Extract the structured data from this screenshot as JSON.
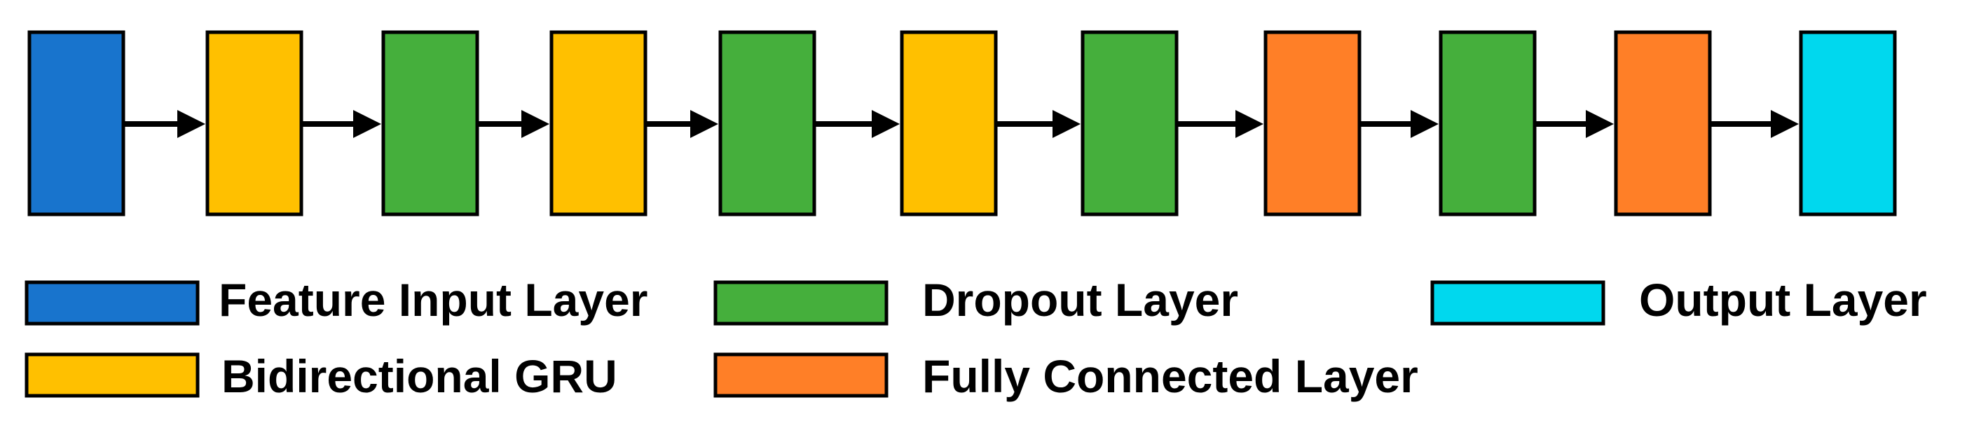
{
  "colors": {
    "feature_input": "#1874CD",
    "bidirectional_gru": "#FFC000",
    "dropout": "#45AF3C",
    "fully_connected": "#FF7F27",
    "output": "#00D8EE",
    "stroke": "#000000"
  },
  "pipeline": {
    "layers": [
      {
        "type": "feature_input"
      },
      {
        "type": "bidirectional_gru"
      },
      {
        "type": "dropout"
      },
      {
        "type": "bidirectional_gru"
      },
      {
        "type": "dropout"
      },
      {
        "type": "bidirectional_gru"
      },
      {
        "type": "dropout"
      },
      {
        "type": "fully_connected"
      },
      {
        "type": "dropout"
      },
      {
        "type": "fully_connected"
      },
      {
        "type": "output"
      }
    ]
  },
  "legend": {
    "feature_input": "Feature Input Layer",
    "bidirectional_gru": "Bidirectional GRU",
    "dropout": "Dropout Layer",
    "fully_connected": "Fully Connected Layer",
    "output": "Output Layer"
  }
}
